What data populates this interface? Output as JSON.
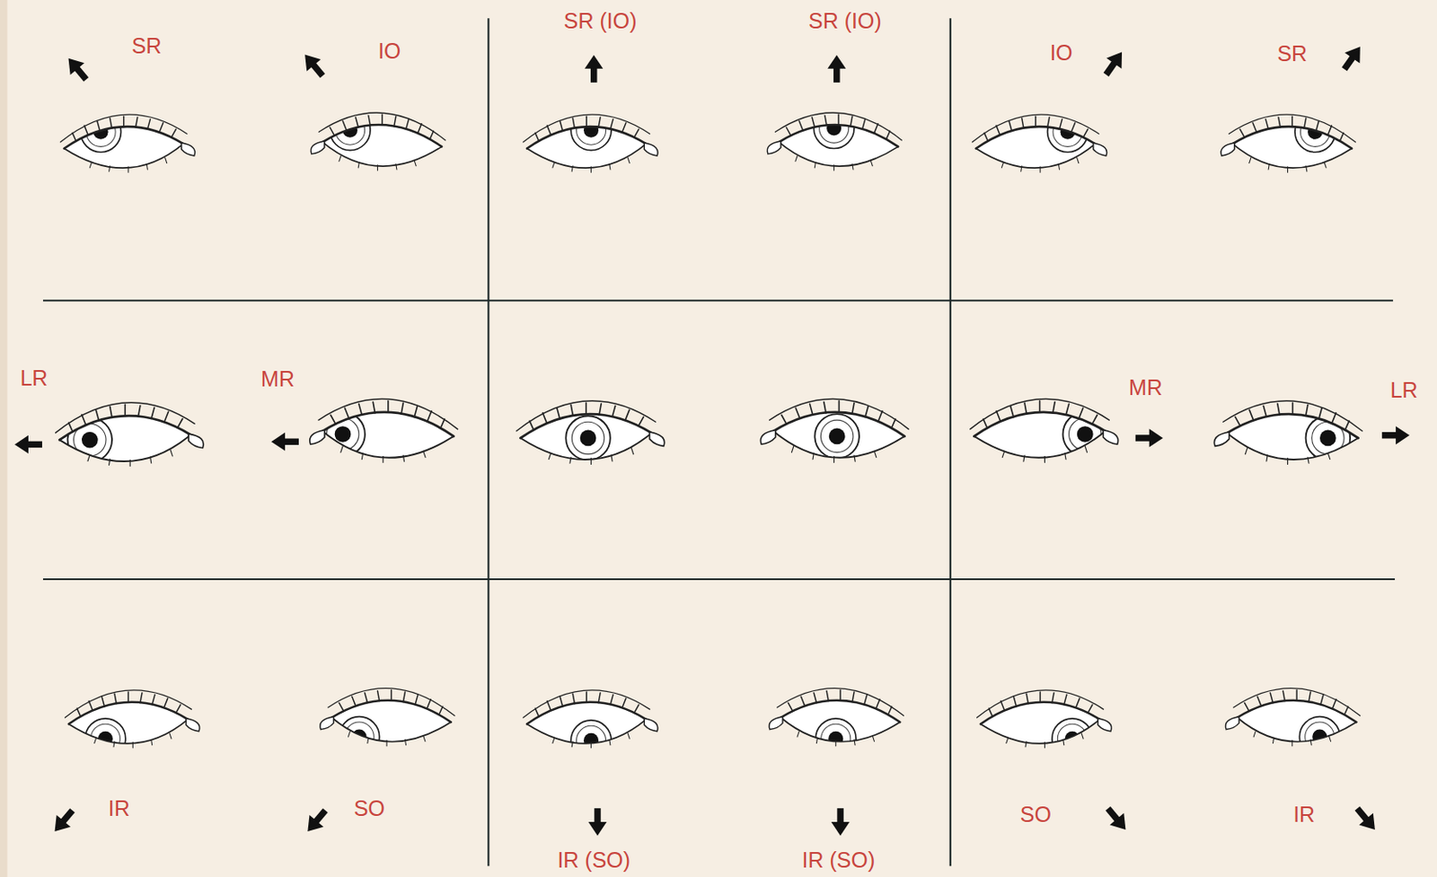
{
  "diagram": {
    "labels": [
      "SR",
      "IO",
      "SR (IO)",
      "SR (IO)",
      "IO",
      "SR",
      "LR",
      "MR",
      "MR",
      "LR",
      "IR",
      "SO",
      "IR (SO)",
      "IR (SO)",
      "SO",
      "IR"
    ]
  }
}
